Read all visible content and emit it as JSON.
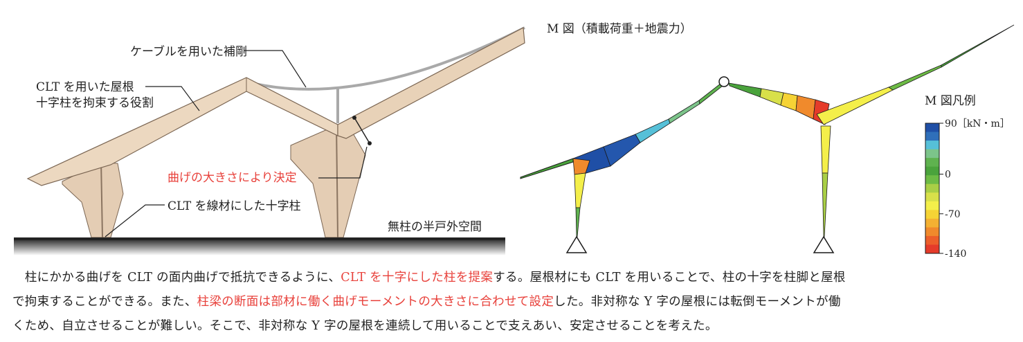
{
  "left_diagram": {
    "labels": {
      "cable": "ケーブルを用いた補剛",
      "roof_line1": "CLT を用いた屋根",
      "roof_line2": "十字柱を拘束する役割",
      "bending": "曲げの大きさにより決定",
      "column": "CLT を線材にした十字柱",
      "space": "無柱の半戸外空間"
    }
  },
  "right_diagram": {
    "title": "M 図（積載荷重＋地震力）",
    "legend_title": "M 図凡例",
    "legend_ticks": [
      {
        "label": "90［kN・m］",
        "value": 90
      },
      {
        "label": "0",
        "value": 0
      },
      {
        "label": "-70",
        "value": -70
      },
      {
        "label": "-140",
        "value": -140
      }
    ],
    "legend_colors": [
      "#1f4fa6",
      "#2f6fba",
      "#56c0d8",
      "#7cc48a",
      "#5fb24f",
      "#4aa33c",
      "#6dbb45",
      "#a9cf46",
      "#d8e04a",
      "#f4ef4a",
      "#f6d335",
      "#f4b132",
      "#f08a2c",
      "#ec5f2a",
      "#e53b2a"
    ]
  },
  "caption": {
    "line1_a": "柱にかかる曲げを CLT の面内曲げで抵抗できるように、",
    "line1_red": "CLT を十字にした柱を提案",
    "line1_b": "する。屋根材にも CLT を用いることで、柱の十字を柱脚と屋根",
    "line2_a": "で拘束することができる。また、",
    "line2_red": "柱梁の断面は部材に働く曲げモーメントの大きさに合わせて設定",
    "line2_b": "した。非対称な Y 字の屋根には転倒モーメントが働",
    "line3": "くため、自立させることが難しい。そこで、非対称な Y 字の屋根を連続して用いることで支えあい、安定させることを考えた。"
  }
}
